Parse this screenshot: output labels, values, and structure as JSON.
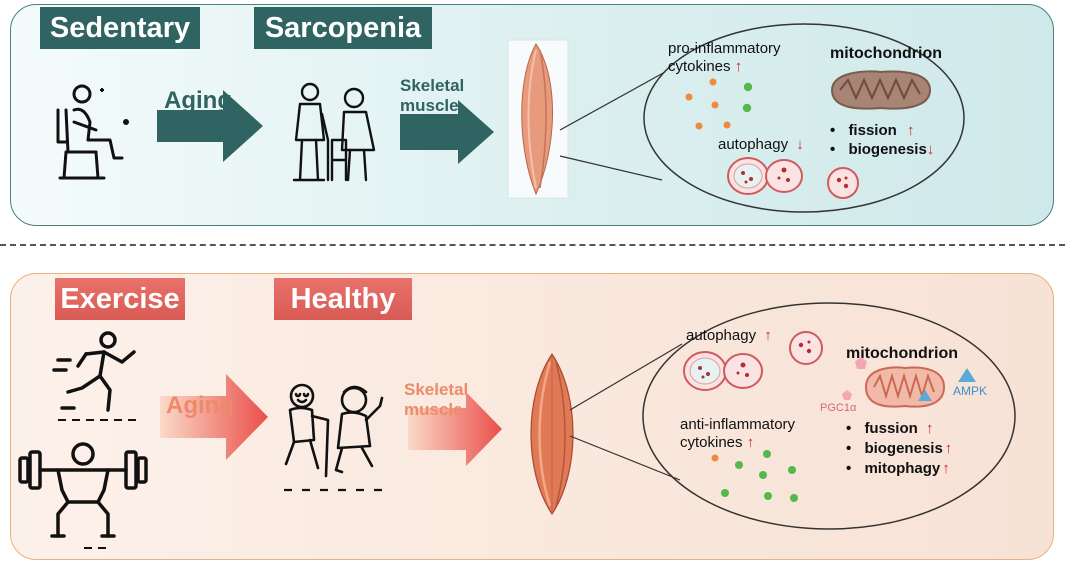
{
  "top": {
    "tag_left": "Sedentary",
    "tag_right": "Sarcopenia",
    "arrow1_label": "Aging",
    "arrow2_label_line1": "Skeletal",
    "arrow2_label_line2": "muscle",
    "cytokines_line1": "pro-inflammatory",
    "cytokines_line2": "cytokines",
    "autophagy": "autophagy",
    "mito_title": "mitochondrion",
    "fission": "fission",
    "biogenesis": "biogenesis",
    "up_arrow": "↑",
    "down_arrow": "↓",
    "accent": "#2f6463"
  },
  "bottom": {
    "tag_left": "Exercise",
    "tag_right": "Healthy",
    "arrow1_label": "Aging",
    "arrow2_label_line1": "Skeletal",
    "arrow2_label_line2": "muscle",
    "autophagy": "autophagy",
    "cytokines_line1": "anti-inflammatory",
    "cytokines_line2": "cytokines",
    "mito_title": "mitochondrion",
    "ampk": "AMPK",
    "pgc": "PGC1α",
    "fussion": "fussion",
    "biogenesis": "biogenesis",
    "mitophagy": "mitophagy",
    "up_arrow": "↑",
    "accent": "#e9726b"
  }
}
